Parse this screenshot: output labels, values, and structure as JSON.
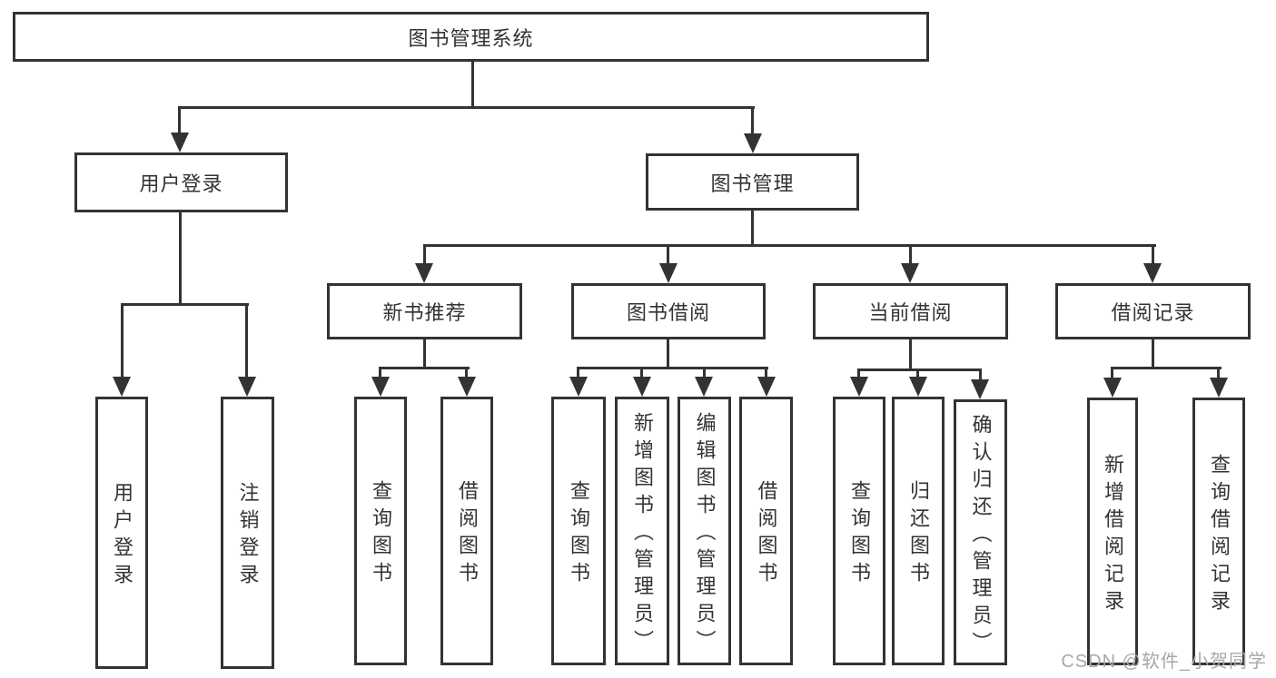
{
  "root": {
    "label": "图书管理系统"
  },
  "branches": {
    "user_login": {
      "label": "用户登录",
      "children": {
        "login": {
          "label": "用户登录"
        },
        "logout": {
          "label": "注销登录"
        }
      }
    },
    "book_management": {
      "label": "图书管理",
      "sections": {
        "new_book": {
          "label": "新书推荐",
          "children": {
            "query": {
              "label": "查询图书"
            },
            "borrow": {
              "label": "借阅图书"
            }
          }
        },
        "book_borrow": {
          "label": "图书借阅",
          "children": {
            "query": {
              "label": "查询图书"
            },
            "add": {
              "label": "新增图书（管理员）"
            },
            "edit": {
              "label": "编辑图书（管理员）"
            },
            "borrow": {
              "label": "借阅图书"
            }
          }
        },
        "current_borrow": {
          "label": "当前借阅",
          "children": {
            "query": {
              "label": "查询图书"
            },
            "return": {
              "label": "归还图书"
            },
            "confirm": {
              "label": "确认归还（管理员）"
            }
          }
        },
        "borrow_record": {
          "label": "借阅记录",
          "children": {
            "add": {
              "label": "新增借阅记录"
            },
            "query": {
              "label": "查询借阅记录"
            }
          }
        }
      }
    }
  },
  "watermark": {
    "text": "CSDN @软件_小贺同学"
  },
  "colors": {
    "line": "#333333",
    "box_background": "#ffffff",
    "text": "#333333",
    "watermark": "#a8a8a8"
  }
}
